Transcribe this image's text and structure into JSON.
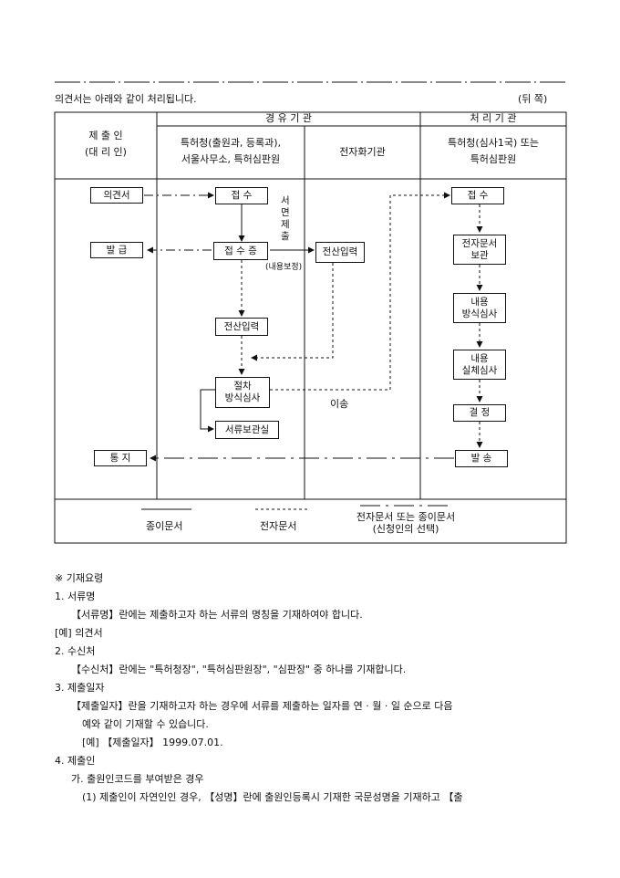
{
  "intro": {
    "text": "의견서는 아래와 같이 처리됩니다.",
    "back_label": "(뒤  쪽)"
  },
  "table": {
    "col_submitter": "제 출 인\n(대 리 인)",
    "col_via": "경  유  기  관",
    "col_via_a": "특허청(출원과, 등록과),\n서울사무소, 특허심판원",
    "col_via_b": "전자화기관",
    "col_proc": "처  리  기  관",
    "col_proc_a": "특허청(심사1국) 또는\n특허심판원"
  },
  "flow": {
    "opinion": "의견서",
    "issue": "발   급",
    "notice": "통   지",
    "receive": "접   수",
    "receipt_cert": "접 수 증",
    "content_keep": "(내용보정)",
    "written_submit": "서\n면\n제\n출",
    "e_input_center": "전산입력",
    "e_input_left": "전산입력",
    "proc_exam": "절차\n방식심사",
    "archive": "서류보관실",
    "transfer": "이송",
    "p_receive": "접   수",
    "e_doc_keep": "전자문서\n보관",
    "content_form": "내용\n방식심사",
    "content_sub": "내용\n실체심사",
    "decision": "결   정",
    "send": "발   송"
  },
  "legend": {
    "paper": "종이문서",
    "electronic": "전자문서",
    "either": "전자문서 또는 종이문서\n(신청인의 선택)"
  },
  "guide": {
    "title": "※ 기재요령",
    "s1": "1. 서류명",
    "s1_body": "【서류명】란에는 제출하고자 하는 서류의 명칭을 기재하여야 합니다.",
    "s1_ex": "[예] 의견서",
    "s2": "2. 수신처",
    "s2_body": "【수신처】란에는 \"특허청장\", \"특허심판원장\", \"심판장\" 중 하나를 기재합니다.",
    "s3": "3. 제출일자",
    "s3_body1": "【제출일자】란을 기재하고자 하는 경우에 서류를 제출하는 일자를 연 · 월 · 일 순으로 다음",
    "s3_body2": "예와 같이 기재할 수 있습니다.",
    "s3_ex": "[예] 【제출일자】 1999.07.01.",
    "s4": "4. 제출인",
    "s4_a": "가. 출원인코드를 부여받은 경우",
    "s4_a1": "(1) 제출인이 자연인인 경우, 【성명】란에 출원인등록시 기재한 국문성명을 기재하고 【출"
  }
}
